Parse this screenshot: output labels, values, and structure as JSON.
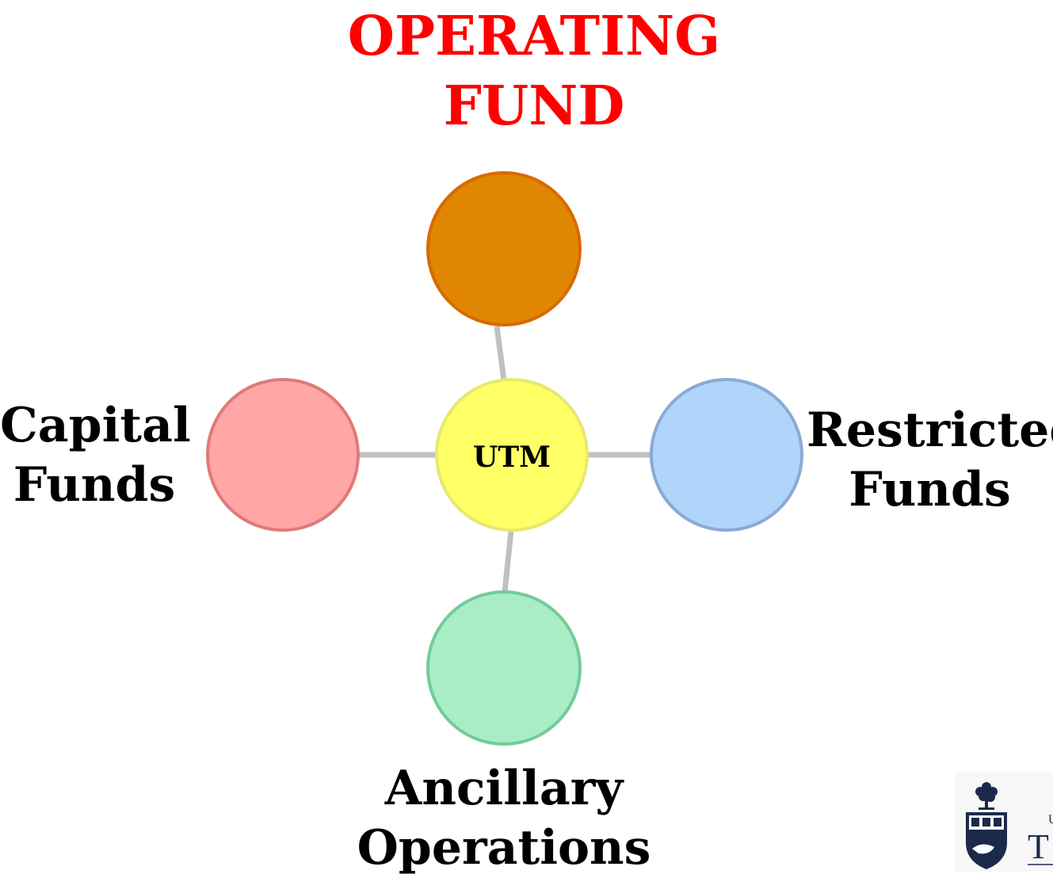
{
  "title": {
    "line1": "OPERATING",
    "line2": "FUND",
    "color": "#ff0000"
  },
  "hub": {
    "label": "UTM",
    "fill": "#ffff66",
    "stroke": "#e8e870"
  },
  "nodes": {
    "operating": {
      "fill": "#e08600",
      "stroke": "#d86a00"
    },
    "capital": {
      "fill": "#ffa6a6",
      "stroke": "#e07a7a",
      "line1": "Capital",
      "line2": "Funds"
    },
    "restricted": {
      "fill": "#b0d4fa",
      "stroke": "#8aaad4",
      "line1": "Restricted",
      "line2": "Funds"
    },
    "ancillary": {
      "fill": "#a8edc6",
      "stroke": "#72cc98",
      "line1": "Ancillary",
      "line2": "Operations"
    }
  },
  "connector_color": "#c0c0c0",
  "logo": {
    "name": "university-crest-logo",
    "text_fragment_1": "U",
    "text_fragment_2": "T"
  }
}
